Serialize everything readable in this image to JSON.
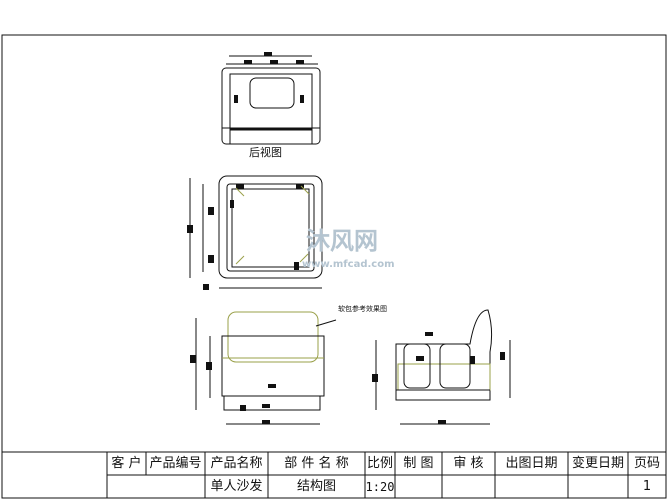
{
  "views": {
    "rear_view_label": "后视图",
    "note_label": "软包参考效果图"
  },
  "watermark": {
    "brand": "沐风网",
    "url": "www.mfcad.com"
  },
  "title_block": {
    "headers": [
      "客 户",
      "产品编号",
      "产品名称",
      "部 件 名 称",
      "比例",
      "制 图",
      "审 核",
      "出图日期",
      "变更日期",
      "页码"
    ],
    "values": [
      "",
      "",
      "单人沙发",
      "结构图",
      "1:20",
      "",
      "",
      "",
      "",
      "1"
    ]
  },
  "colors": {
    "line": "#111111",
    "accent_line": "#9aa04a",
    "watermark": "#9ab0c0"
  }
}
